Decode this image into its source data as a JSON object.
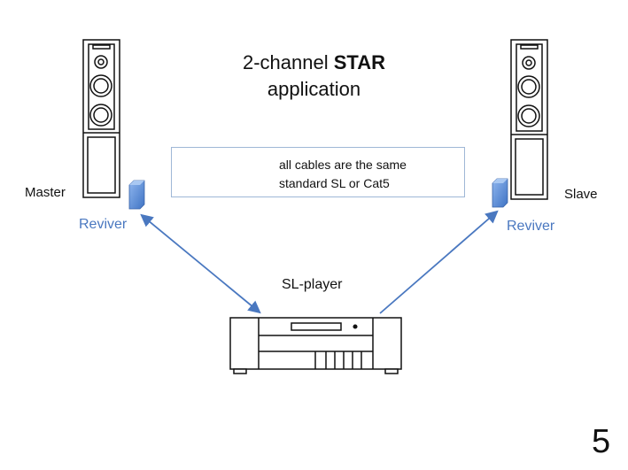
{
  "title": {
    "prefix": "2-channel",
    "bold": "STAR",
    "line2": "application"
  },
  "legend": {
    "line1": "all cables are the same",
    "line2": "standard SL or Cat5"
  },
  "speakers": {
    "left_label": "Master",
    "right_label": "Slave"
  },
  "reviver": {
    "left_label": "Reviver",
    "right_label": "Reviver"
  },
  "player": {
    "label": "SL-player"
  },
  "page_number": "5",
  "colors": {
    "accent_blue": "#4a78c0",
    "reviver_fill": "#5b8fd9",
    "line": "#111111",
    "legend_border": "#9fb7d6"
  }
}
